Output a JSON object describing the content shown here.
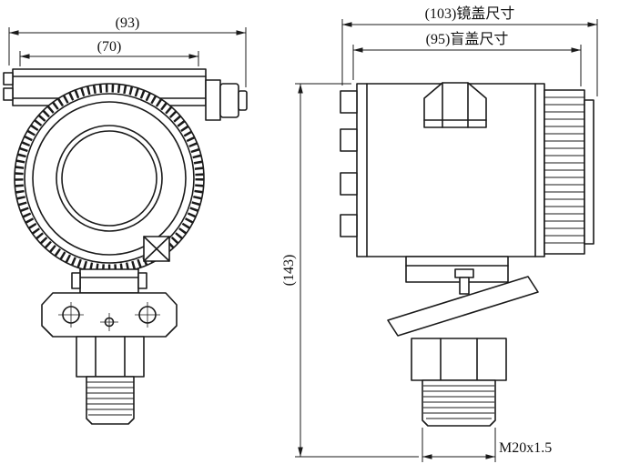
{
  "drawing": {
    "type": "technical-dimension-drawing",
    "colors": {
      "line": "#1a1a1a",
      "background": "#ffffff"
    },
    "front_view": {
      "dim_overall_width": "(93)",
      "dim_cap_width": "(70)"
    },
    "side_view": {
      "dim_length_lens_cover": "(103)镜盖尺寸",
      "dim_length_blind_cover": "(95)盲盖尺寸",
      "dim_height": "(143)",
      "dim_thread": "M20x1.5"
    }
  }
}
